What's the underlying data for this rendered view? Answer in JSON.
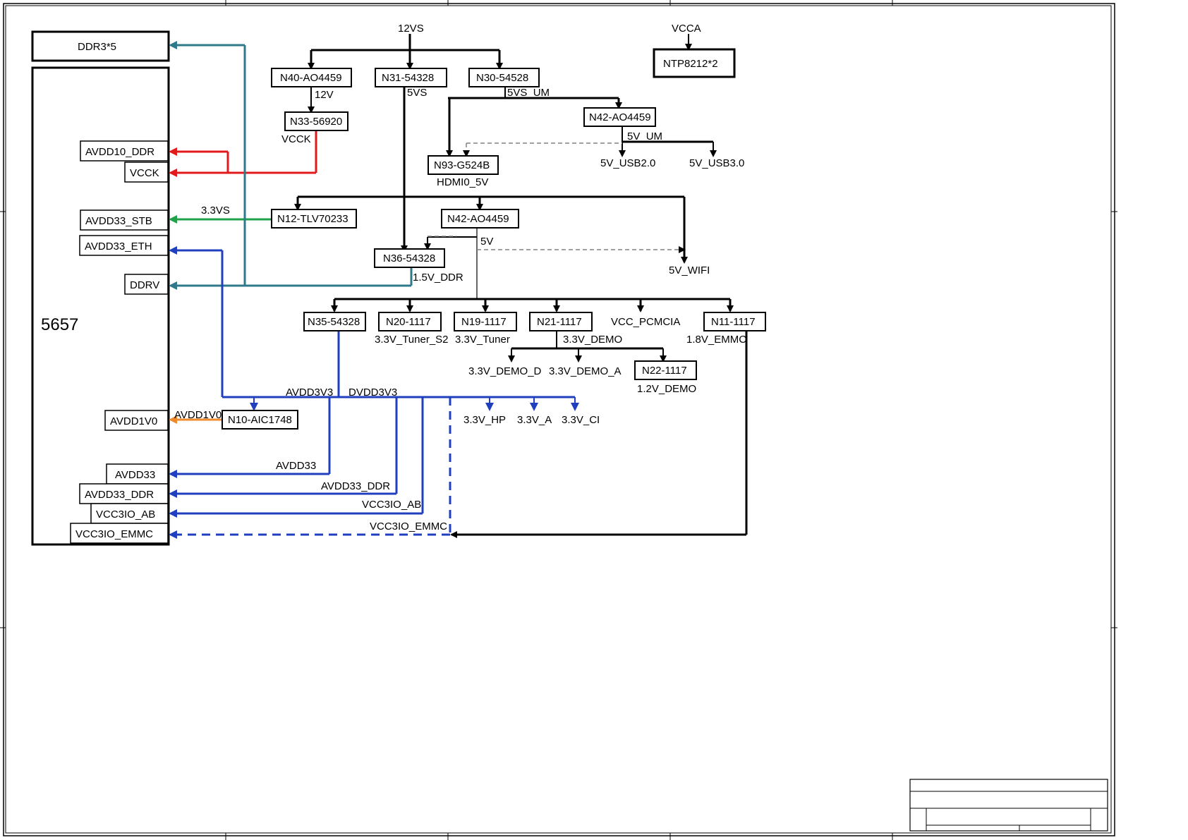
{
  "diagram": {
    "chip": "5657",
    "top": {
      "ddr": "DDR3*5",
      "vs12": "12VS",
      "vcca": "VCCA",
      "ntp": "NTP8212*2"
    },
    "regulators": {
      "n40": "N40-AO4459",
      "n31": "N31-54328",
      "n30": "N30-54528",
      "n33": "N33-56920",
      "n42a": "N42-AO4459",
      "n93": "N93-G524B",
      "n12": "N12-TLV70233",
      "n42b": "N42-AO4459",
      "n36": "N36-54328",
      "n35": "N35-54328",
      "n20": "N20-1117",
      "n19": "N19-1117",
      "n21": "N21-1117",
      "n11": "N11-1117",
      "n22": "N22-1117",
      "n10": "N10-AIC1748"
    },
    "pins": {
      "avdd10_ddr": "AVDD10_DDR",
      "vcck": "VCCK",
      "avdd33_stb": "AVDD33_STB",
      "avdd33_eth": "AVDD33_ETH",
      "ddrv": "DDRV",
      "avdd1v0": "AVDD1V0",
      "avdd33": "AVDD33",
      "avdd33_ddr": "AVDD33_DDR",
      "vcc3io_ab": "VCC3IO_AB",
      "vcc3io_emmc": "VCC3IO_EMMC"
    },
    "nets": {
      "v12": "12V",
      "v5vs": "5VS",
      "v5vs_um": "5VS_UM",
      "vcck": "VCCK",
      "v5v_um": "5V_UM",
      "usb2": "5V_USB2.0",
      "usb3": "5V_USB3.0",
      "hdmi": "HDMI0_5V",
      "v33vs": "3.3VS",
      "v5v": "5V",
      "wifi": "5V_WIFI",
      "ddr15": "1.5V_DDR",
      "vcc_pcmcia": "VCC_PCMCIA",
      "tuner_s2": "3.3V_Tuner_S2",
      "tuner": "3.3V_Tuner",
      "demo": "3.3V_DEMO",
      "emmc18": "1.8V_EMMC",
      "demo_d": "3.3V_DEMO_D",
      "demo_a": "3.3V_DEMO_A",
      "demo12": "1.2V_DEMO",
      "avdd3v3": "AVDD3V3",
      "dvdd3v3": "DVDD3V3",
      "hp": "3.3V_HP",
      "a": "3.3V_A",
      "ci": "3.3V_CI",
      "avdd1v0": "AVDD1V0",
      "avdd33": "AVDD33",
      "avdd33_ddr": "AVDD33_DDR",
      "vcc3io_ab": "VCC3IO_AB",
      "vcc3io_emmc": "VCC3IO_EMMC"
    },
    "colors": {
      "red": "#e31a1c",
      "green": "#1fa24a",
      "blue": "#1f3fbf",
      "teal": "#2f7a8a",
      "orange": "#f08a2b",
      "black": "#000000",
      "dashgray": "#808080"
    }
  }
}
